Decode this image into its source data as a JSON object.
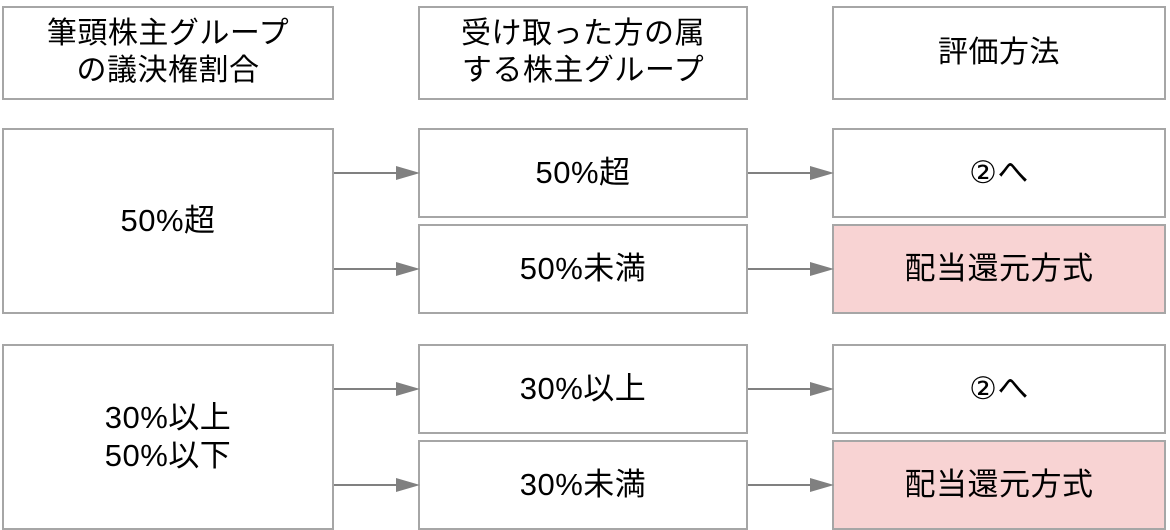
{
  "diagram": {
    "title_row": {
      "col1": "筆頭株主グループ\nの議決権割合",
      "col2": "受け取った方の属\nする株主グループ",
      "col3": "評価方法"
    },
    "groups": [
      {
        "id": "group-over-50",
        "condition": "50%超",
        "branches": [
          {
            "recipient_group": "50%超",
            "method": "②へ",
            "highlighted": false
          },
          {
            "recipient_group": "50%未満",
            "method": "配当還元方式",
            "highlighted": true
          }
        ]
      },
      {
        "id": "group-30-to-50",
        "condition": "30%以上\n50%以下",
        "branches": [
          {
            "recipient_group": "30%以上",
            "method": "②へ",
            "highlighted": false
          },
          {
            "recipient_group": "30%未満",
            "method": "配当還元方式",
            "highlighted": true
          }
        ]
      }
    ],
    "colors": {
      "border": "#a6a6a6",
      "highlight_fill": "#f8d3d3",
      "arrow": "#808080",
      "text": "#000000",
      "background": "#ffffff"
    },
    "icons": {
      "connector": "arrow-right-icon"
    }
  }
}
